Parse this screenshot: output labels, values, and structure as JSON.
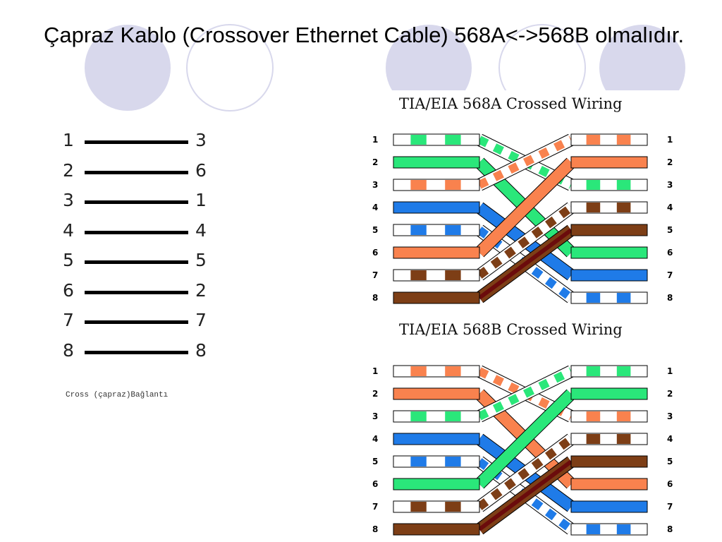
{
  "slide": {
    "title": "Çapraz Kablo (Crossover Ethernet Cable) 568A<->568B olmalıdır."
  },
  "pin_map": {
    "rows": [
      {
        "left": "1",
        "right": "3"
      },
      {
        "left": "2",
        "right": "6"
      },
      {
        "left": "3",
        "right": "1"
      },
      {
        "left": "4",
        "right": "4"
      },
      {
        "left": "5",
        "right": "5"
      },
      {
        "left": "6",
        "right": "2"
      },
      {
        "left": "7",
        "right": "7"
      },
      {
        "left": "8",
        "right": "8"
      }
    ],
    "caption": "Cross (çapraz)Bağlantı"
  },
  "colors": {
    "orange": "#f9824e",
    "green": "#2ae77a",
    "blue": "#1f7be8",
    "brown": "#7d3e16",
    "dark_red": "#6b0c0c",
    "deco_circle": "#d8d8ec"
  },
  "diagrams": [
    {
      "title": "TIA/EIA 568A Crossed Wiring",
      "left_pins": [
        "1",
        "2",
        "3",
        "4",
        "5",
        "6",
        "7",
        "8"
      ],
      "right_pins": [
        "1",
        "2",
        "3",
        "4",
        "5",
        "6",
        "7",
        "8"
      ],
      "left_wires": [
        {
          "color": "green",
          "striped": true
        },
        {
          "color": "green",
          "striped": false
        },
        {
          "color": "orange",
          "striped": true
        },
        {
          "color": "blue",
          "striped": false
        },
        {
          "color": "blue",
          "striped": true
        },
        {
          "color": "orange",
          "striped": false
        },
        {
          "color": "brown",
          "striped": true
        },
        {
          "color": "brown",
          "striped": false
        }
      ],
      "right_wires": [
        {
          "color": "orange",
          "striped": true
        },
        {
          "color": "orange",
          "striped": false
        },
        {
          "color": "green",
          "striped": true
        },
        {
          "color": "brown",
          "striped": true
        },
        {
          "color": "brown",
          "striped": false
        },
        {
          "color": "green",
          "striped": false
        },
        {
          "color": "blue",
          "striped": false
        },
        {
          "color": "blue",
          "striped": true
        }
      ],
      "connections": [
        [
          1,
          3
        ],
        [
          2,
          6
        ],
        [
          3,
          1
        ],
        [
          4,
          7
        ],
        [
          5,
          8
        ],
        [
          6,
          2
        ],
        [
          7,
          4
        ],
        [
          8,
          5
        ]
      ]
    },
    {
      "title": "TIA/EIA 568B Crossed Wiring",
      "left_pins": [
        "1",
        "2",
        "3",
        "4",
        "5",
        "6",
        "7",
        "8"
      ],
      "right_pins": [
        "1",
        "2",
        "3",
        "4",
        "5",
        "6",
        "7",
        "8"
      ],
      "left_wires": [
        {
          "color": "orange",
          "striped": true
        },
        {
          "color": "orange",
          "striped": false
        },
        {
          "color": "green",
          "striped": true
        },
        {
          "color": "blue",
          "striped": false
        },
        {
          "color": "blue",
          "striped": true
        },
        {
          "color": "green",
          "striped": false
        },
        {
          "color": "brown",
          "striped": true
        },
        {
          "color": "brown",
          "striped": false
        }
      ],
      "right_wires": [
        {
          "color": "green",
          "striped": true
        },
        {
          "color": "green",
          "striped": false
        },
        {
          "color": "orange",
          "striped": true
        },
        {
          "color": "brown",
          "striped": true
        },
        {
          "color": "brown",
          "striped": false
        },
        {
          "color": "orange",
          "striped": false
        },
        {
          "color": "blue",
          "striped": false
        },
        {
          "color": "blue",
          "striped": true
        }
      ],
      "connections": [
        [
          1,
          3
        ],
        [
          2,
          6
        ],
        [
          3,
          1
        ],
        [
          4,
          7
        ],
        [
          5,
          8
        ],
        [
          6,
          2
        ],
        [
          7,
          4
        ],
        [
          8,
          5
        ]
      ]
    }
  ]
}
